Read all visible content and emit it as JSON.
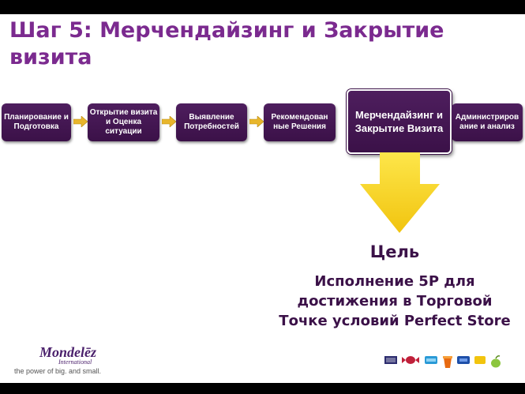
{
  "title": "Шаг 5: Мерчендайзинг и Закрытие визита",
  "steps": [
    {
      "label": "Планирование и Подготовка"
    },
    {
      "label": "Открытие визита и Оценка ситуации"
    },
    {
      "label": "Выявление Потребностей"
    },
    {
      "label": "Рекомендован ные Решения"
    },
    {
      "label": "Мерчендайзинг и Закрытие Визита",
      "active": true
    },
    {
      "label": "Администриров ание и анализ"
    }
  ],
  "goal": {
    "title": "Цель",
    "text": "Исполнение 5P для достижения в Торговой Точке условий Perfect Store"
  },
  "logo": {
    "name": "Mondelēz",
    "sub": "International",
    "tagline": "the power of big. and small."
  },
  "brand_icons": [
    "biscuit-icon",
    "candy-icon",
    "gum-icon",
    "cup-icon",
    "drink-icon",
    "cheese-icon",
    "apple-icon"
  ],
  "colors": {
    "title": "#7b2a8f",
    "step": "#3b1148",
    "arrow": "#f5d21c",
    "chevron": "#e8b62c",
    "goal_text": "#3b1148"
  }
}
